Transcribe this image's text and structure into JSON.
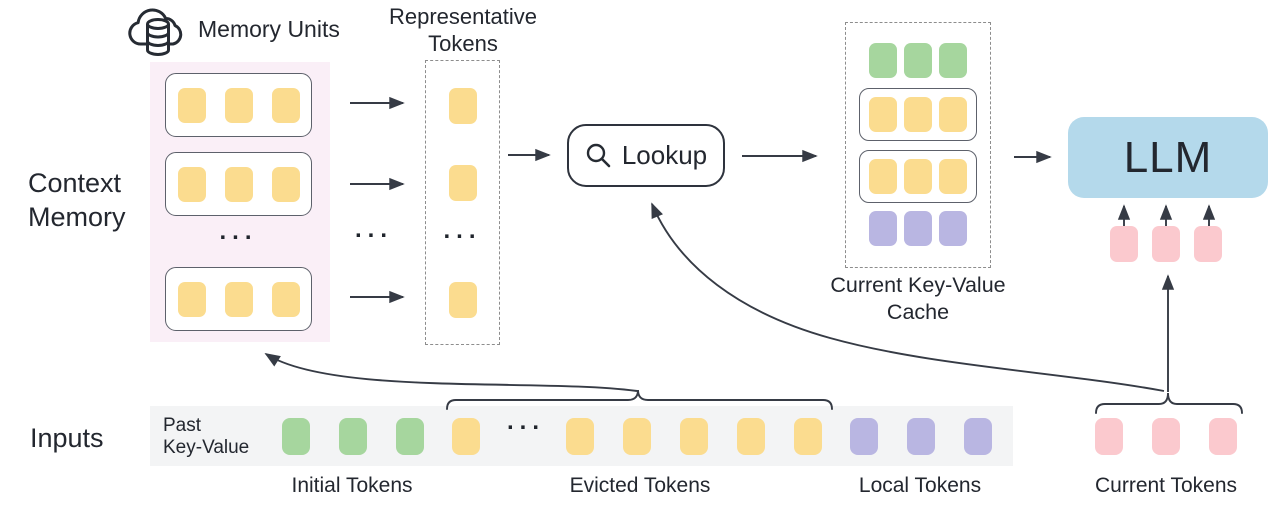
{
  "colors": {
    "yellow": "#FBDC8F",
    "green": "#A6D69E",
    "purple": "#B9B6E2",
    "pink": "#FBC9CE",
    "llm_blue": "#B4D9EB",
    "panel_pink": "#FAEFF7",
    "bar_gray": "#F3F4F5",
    "ink": "#262B33"
  },
  "labels": {
    "memory_units": "Memory Units",
    "representative_line1": "Representative",
    "representative_line2": "Tokens",
    "context_line1": "Context",
    "context_line2": "Memory",
    "lookup": "Lookup",
    "kv_cache_line1": "Current Key-Value",
    "kv_cache_line2": "Cache",
    "llm": "LLM",
    "inputs": "Inputs",
    "past_kv_line1": "Past",
    "past_kv_line2": "Key-Value",
    "initial_tokens": "Initial Tokens",
    "evicted_tokens": "Evicted Tokens",
    "local_tokens": "Local Tokens",
    "current_tokens": "Current Tokens",
    "ellipsis": "..."
  },
  "icons": {
    "memory_units_icon": "cloud-database-icon",
    "lookup_icon": "search-icon"
  },
  "structure": {
    "context_memory_rows": [
      {
        "count": 3,
        "color": "yellow"
      },
      {
        "count": 3,
        "color": "yellow"
      },
      {
        "count": 3,
        "color": "yellow"
      }
    ],
    "representative_tokens": [
      {
        "count": 1,
        "color": "yellow"
      },
      {
        "count": 1,
        "color": "yellow"
      },
      {
        "count": 1,
        "color": "yellow"
      }
    ],
    "kv_cache_rows": [
      {
        "count": 3,
        "color": "green",
        "boxed": false
      },
      {
        "count": 3,
        "color": "yellow",
        "boxed": true
      },
      {
        "count": 3,
        "color": "yellow",
        "boxed": true
      },
      {
        "count": 3,
        "color": "purple",
        "boxed": false
      }
    ],
    "llm_input_tokens": {
      "count": 3,
      "color": "pink"
    },
    "current_tokens": {
      "count": 3,
      "color": "pink"
    },
    "input_bar": {
      "initial": {
        "count": 3,
        "color": "green"
      },
      "evicted_pre": {
        "count": 1,
        "color": "yellow"
      },
      "evicted_post": {
        "count": 5,
        "color": "yellow"
      },
      "local": {
        "count": 3,
        "color": "purple"
      }
    }
  }
}
